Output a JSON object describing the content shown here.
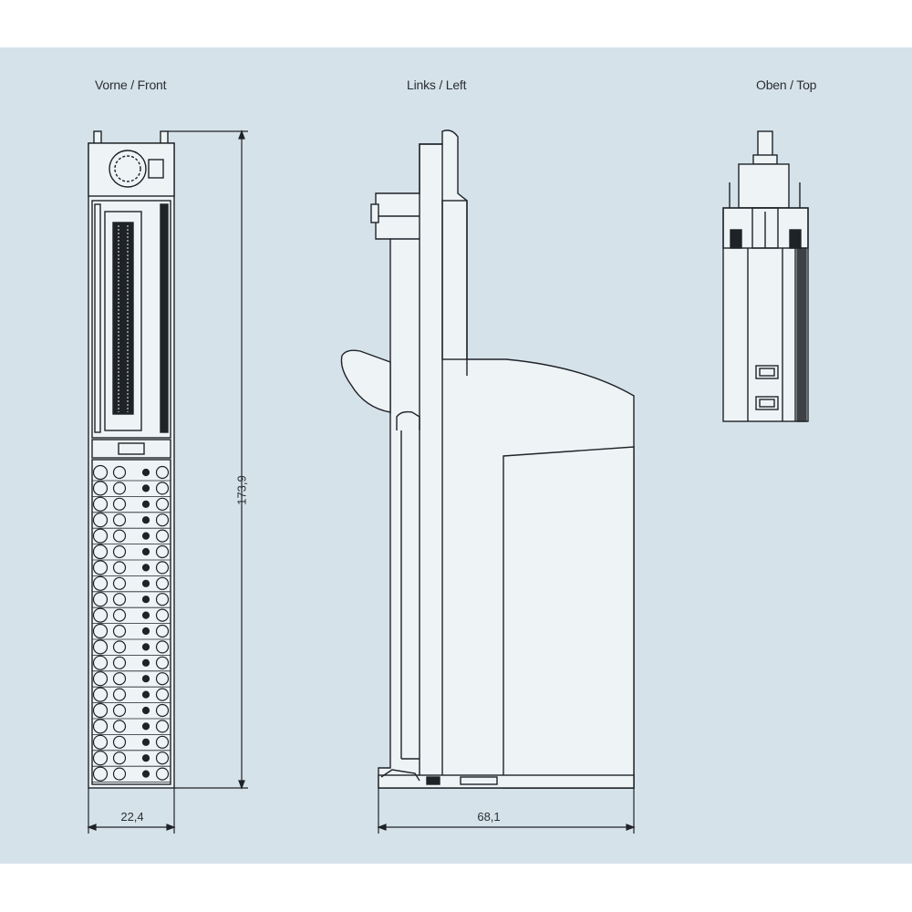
{
  "views": {
    "front": {
      "label": "Vorne / Front"
    },
    "left": {
      "label": "Links / Left"
    },
    "top": {
      "label": "Oben / Top"
    }
  },
  "dimensions": {
    "height": "173,9",
    "front_width": "22,4",
    "depth": "68,1"
  },
  "colors": {
    "background": "#d6e2ea",
    "line": "#1f2328",
    "fill": "#eef3f6"
  }
}
